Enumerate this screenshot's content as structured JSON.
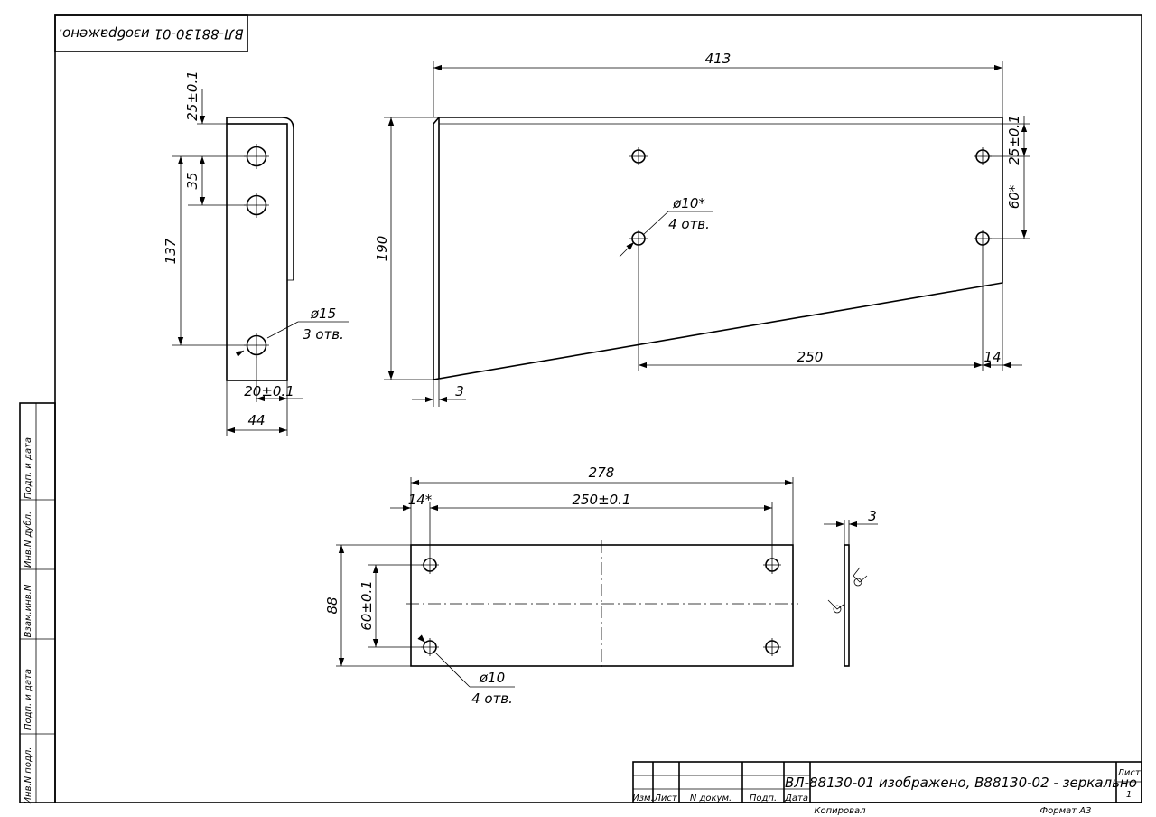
{
  "stamp": {
    "text": "ВЛ-88130-01 изображено."
  },
  "side_view": {
    "dim_top": "25±0.1",
    "dim_pitch": "35",
    "dim_span": "137",
    "hole_label": "ø15",
    "hole_count": "3 отв.",
    "dim_inner": "20±0.1",
    "dim_width": "44"
  },
  "front_view": {
    "dim_length": "413",
    "dim_height": "190",
    "dim_right_top": "25±0.1",
    "dim_right_pitch": "60*",
    "hole_label": "ø10*",
    "hole_count": "4 отв.",
    "dim_span": "250",
    "dim_offset": "14",
    "dim_thickness": "3"
  },
  "plate_view": {
    "dim_length": "278",
    "dim_offset": "14*",
    "dim_pitch": "250±0.1",
    "dim_height": "88",
    "dim_vpitch": "60±0.1",
    "hole_label": "ø10",
    "hole_count": "4 отв.",
    "dim_thickness": "3"
  },
  "left_strip": [
    "Подп. и дата",
    "Инв.N дубл.",
    "Взам.инв.N",
    "Подп. и дата",
    "Инв.N подл."
  ],
  "title_block": {
    "headers": [
      "Изм.",
      "Лист",
      "N докум.",
      "Подп.",
      "Дата"
    ],
    "designation": "ВЛ-88130-01 изображено, В88130-02 - зеркально",
    "sheet_label": "Лист",
    "sheet_number": "1",
    "copied": "Копировал",
    "format": "Формат А3"
  }
}
